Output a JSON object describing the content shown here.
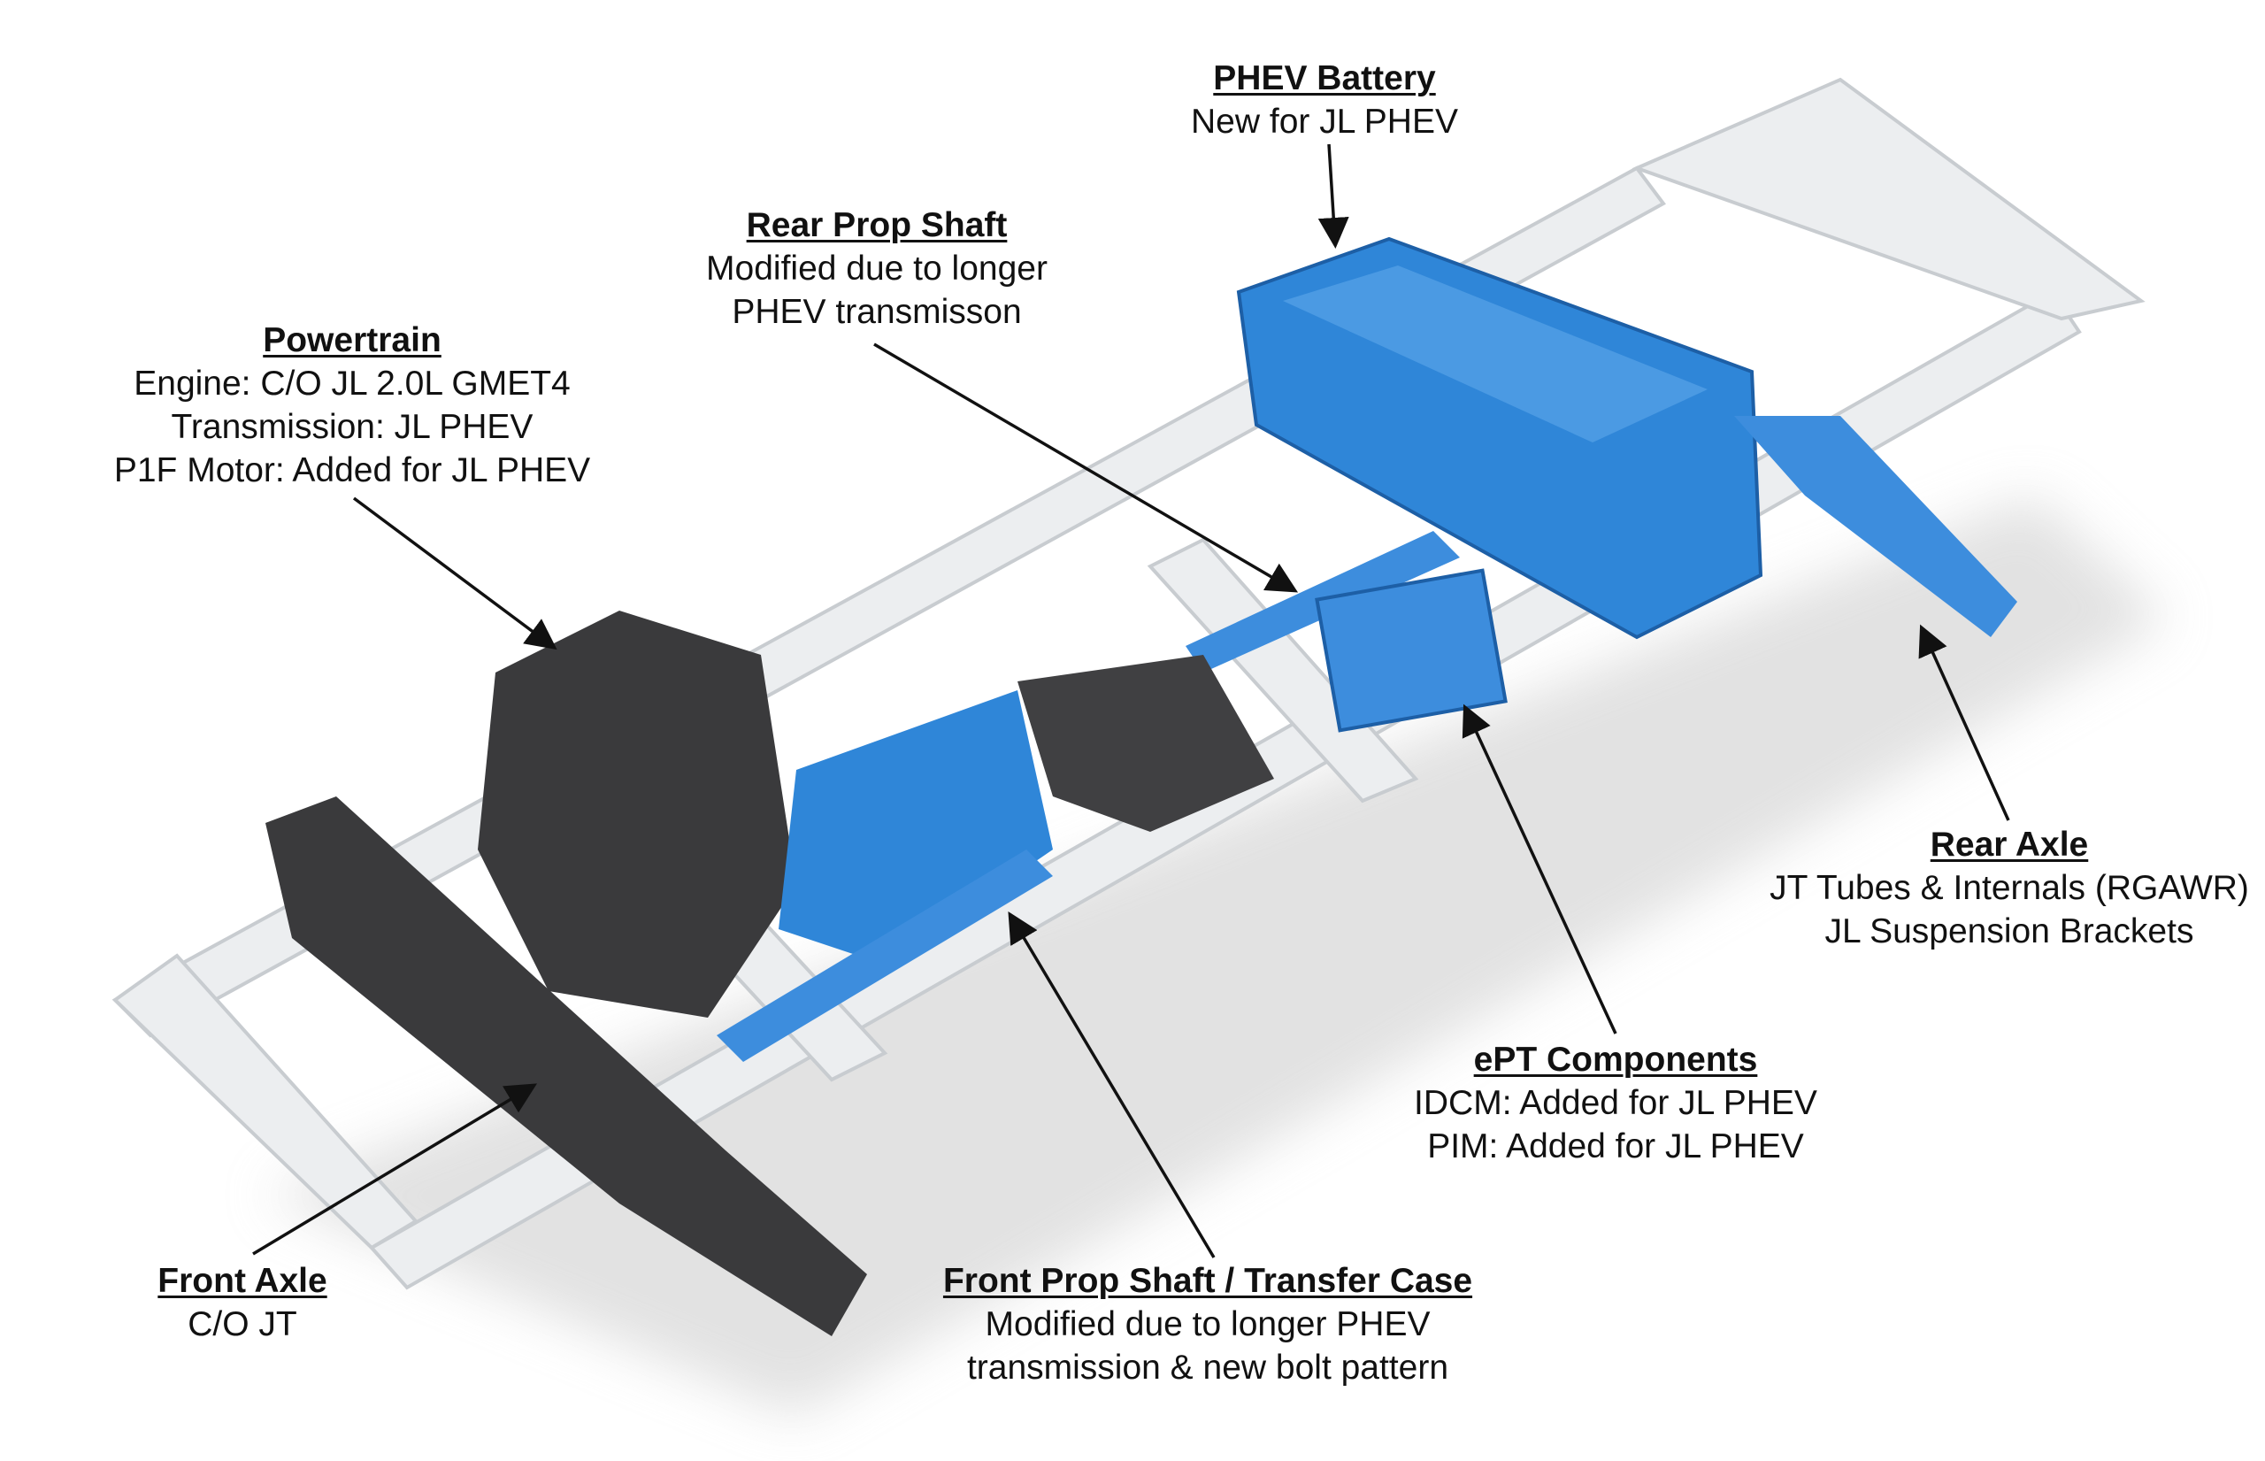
{
  "callouts": {
    "phev_battery": {
      "title": "PHEV Battery",
      "lines": [
        "New for JL PHEV"
      ]
    },
    "rear_prop_shaft": {
      "title": "Rear Prop Shaft",
      "lines": [
        "Modified due to longer",
        "PHEV transmisson"
      ]
    },
    "powertrain": {
      "title": "Powertrain",
      "lines": [
        "Engine: C/O JL 2.0L GMET4",
        "Transmission: JL PHEV",
        "P1F Motor: Added for JL PHEV"
      ]
    },
    "rear_axle": {
      "title": "Rear Axle",
      "lines": [
        "JT Tubes & Internals (RGAWR)",
        "JL Suspension Brackets"
      ]
    },
    "ept_components": {
      "title": "ePT Components",
      "lines": [
        "IDCM: Added for JL PHEV",
        "PIM: Added for JL PHEV"
      ]
    },
    "front_prop_shaft": {
      "title": "Front Prop Shaft / Transfer Case",
      "lines": [
        "Modified due to longer PHEV",
        "transmission & new bolt pattern"
      ]
    },
    "front_axle": {
      "title": "Front Axle",
      "lines": [
        "C/O JT"
      ]
    }
  },
  "colors": {
    "phev_blue": "#2f86d8",
    "carryover_dark": "#3a3a3c",
    "frame": "#e6e8ea"
  }
}
